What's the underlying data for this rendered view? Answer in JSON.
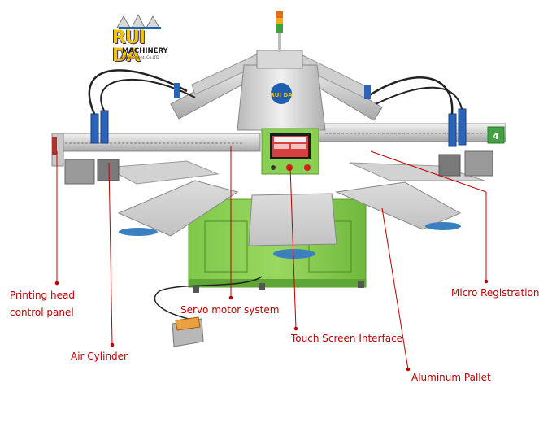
{
  "logo": {
    "brand": "RUI DA",
    "subtitle": "MACHINERY",
    "tagline": "& Equipment, Co.LTD"
  },
  "arm_badge": "4",
  "leader_color": "#c00000",
  "labels": {
    "printing_head_line1": "Printing head",
    "printing_head_line2": "control panel",
    "air_cylinder": "Air Cylinder",
    "servo_motor": "Servo motor system",
    "touch_screen": "Touch Screen Interface",
    "aluminum_pallet": "Aluminum Pallet",
    "micro_registration": "Micro Registration"
  }
}
